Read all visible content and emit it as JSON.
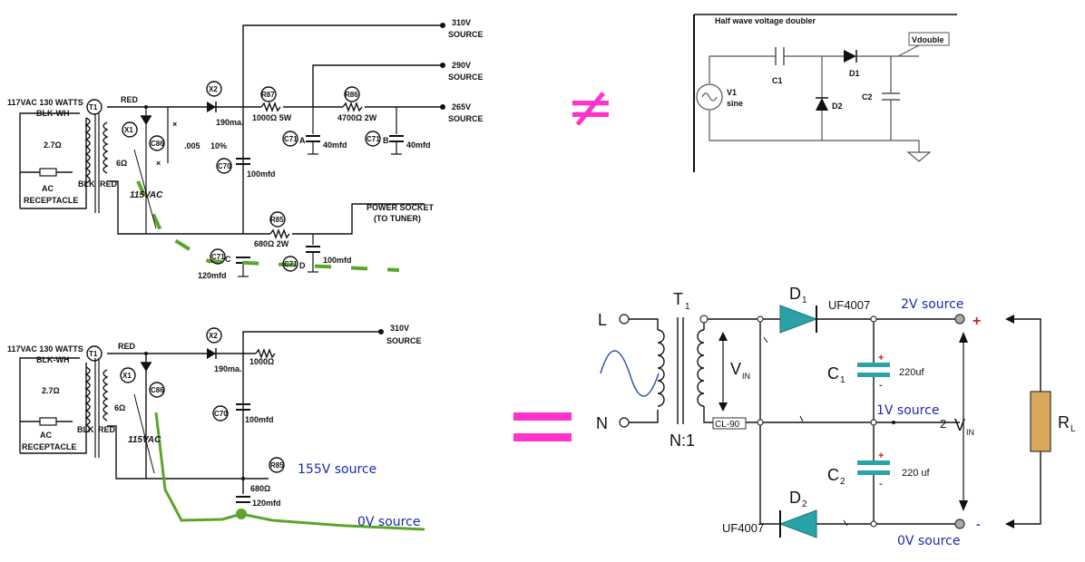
{
  "symbols": {
    "not_equal": "≠",
    "equal": "=",
    "accent": "#ff33cc"
  },
  "top_left": {
    "mains": "117VAC  130 WATTS",
    "wire_blkwh": "BLK-WH",
    "t1": "T1",
    "red": "RED",
    "res27": "2.7Ω",
    "ac1": "AC",
    "ac2": "RECEPTACLE",
    "blk": "BLK",
    "red2": "RED",
    "x1": "X1",
    "ohm6": "6Ω",
    "vac115": "115VAC",
    "x2": "X2",
    "ma190": "190ma.",
    "c86": "C86",
    "c005": ".005",
    "pct10": "10%",
    "r87": "R87",
    "r87v": "1000Ω  5W",
    "r86": "R86",
    "r86v": "4700Ω  2W",
    "c70": "C70",
    "c70v": "100mfd",
    "c71a": "C71",
    "c71a_l": "A",
    "c71a_v": "40mfd",
    "c71b": "C71",
    "c71b_l": "B",
    "c71b_v": "40mfd",
    "r85": "R85",
    "r85v": "680Ω  2W",
    "c71c": "C71",
    "c71c_l": "C",
    "c71c_v": "120mfd",
    "c71d": "C71",
    "c71d_l": "D",
    "c71d_v": "100mfd",
    "v310": "310V",
    "v290": "290V",
    "v265": "265V",
    "src": "SOURCE",
    "socket1": "POWER SOCKET",
    "socket2": "(TO TUNER)"
  },
  "top_right": {
    "title": "Half wave voltage doubler",
    "c1": "C1",
    "c2": "C2",
    "d1": "D1",
    "d2": "D2",
    "v1": "V1",
    "sine": "sine",
    "vdouble": "Vdouble"
  },
  "bottom_left": {
    "mains": "117VAC  130 WATTS",
    "wire_blkwh": "BLK-WH",
    "t1": "T1",
    "red": "RED",
    "res27": "2.7Ω",
    "ac1": "AC",
    "ac2": "RECEPTACLE",
    "blk": "BLK",
    "red2": "RED",
    "x1": "X1",
    "ohm6": "6Ω",
    "vac115": "115VAC",
    "x2": "X2",
    "ma190": "190ma.",
    "c86": "C86",
    "r1000": "1000Ω",
    "c70": "C70",
    "c70v": "100mfd",
    "r85": "R85",
    "r680": "680Ω",
    "c120": "120mfd",
    "v310": "310V",
    "src": "SOURCE",
    "v155": "155V source",
    "v0": "0V source"
  },
  "bottom_right": {
    "L": "L",
    "N": "N",
    "T": "T",
    "t_sub": "1",
    "ratio": "N:1",
    "vin": "V",
    "vin_sub": "IN",
    "cl90": "CL-90",
    "D": "D",
    "d1_sub": "1",
    "d2_sub": "2",
    "uf1": "UF4007",
    "uf2": "UF4007",
    "C": "C",
    "c1_sub": "1",
    "c2_sub": "2",
    "c1v": "220uf",
    "c2v": "220 uf",
    "src2v": "2V source",
    "src1v": "1V source",
    "src0v": "0V source",
    "two": "2",
    "plus": "+",
    "minus": "-",
    "rl": "R",
    "rl_sub": "L"
  }
}
